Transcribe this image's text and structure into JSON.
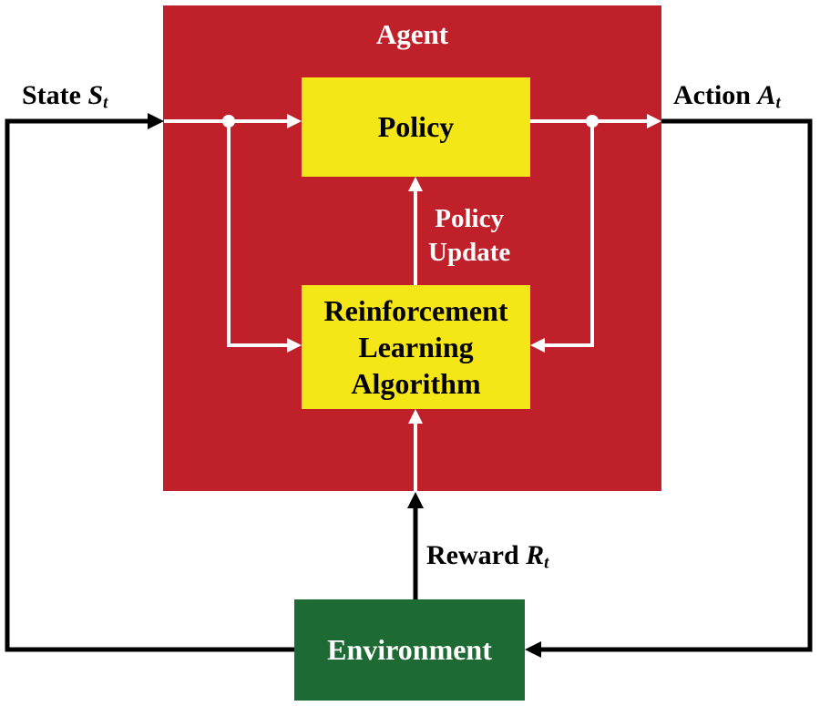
{
  "colors": {
    "agent_fill": "#c0202a",
    "box_fill": "#f5e617",
    "environment_fill": "#1e6a35",
    "line_black": "#000000",
    "line_white": "#ffffff"
  },
  "agent": {
    "title": "Agent"
  },
  "policy": {
    "label": "Policy"
  },
  "rl_algorithm": {
    "lines": [
      "Reinforcement",
      "Learning",
      "Algorithm"
    ]
  },
  "policy_update": {
    "lines": [
      "Policy",
      "Update"
    ]
  },
  "environment": {
    "label": "Environment"
  },
  "state": {
    "text": "State",
    "symbol": "S",
    "subscript": "t"
  },
  "action": {
    "text": "Action",
    "symbol": "A",
    "subscript": "t"
  },
  "reward": {
    "text": "Reward",
    "symbol": "R",
    "subscript": "t"
  }
}
